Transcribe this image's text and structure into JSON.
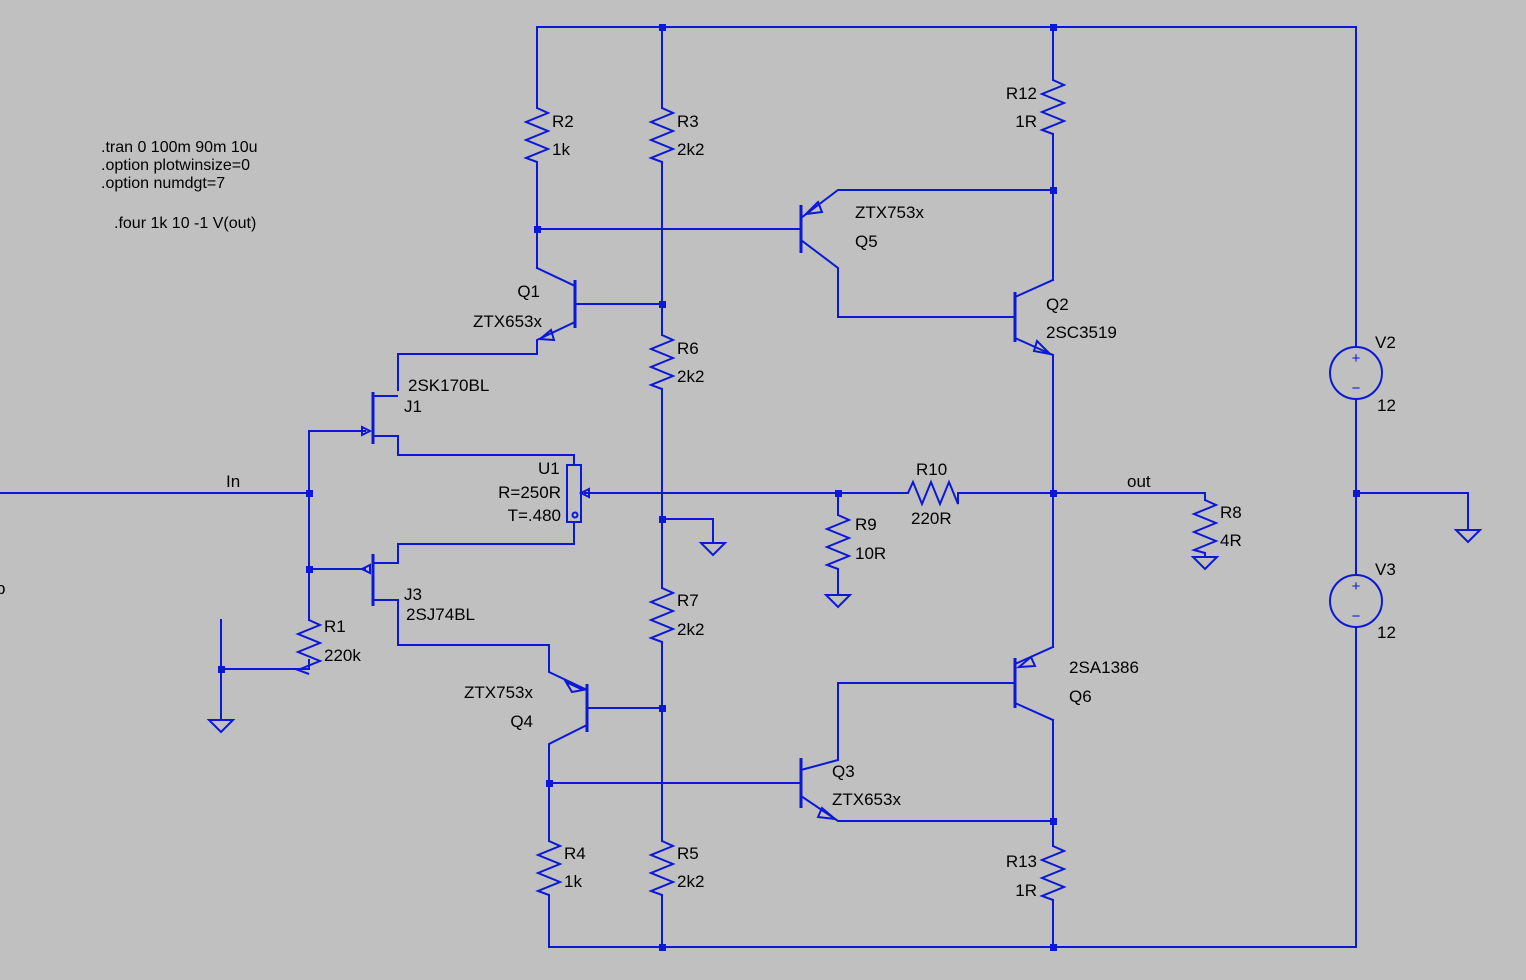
{
  "colors": {
    "background": "#c0c0c0",
    "wire": "#0b18d6",
    "text": "#000000"
  },
  "directives": [
    ".tran 0 100m 90m 10u",
    ".option plotwinsize=0",
    ".option numdgt=7",
    ".four 1k 10 -1 V(out)"
  ],
  "nets": {
    "in": "In",
    "out": "out",
    "edge": "p"
  },
  "components": {
    "R1": {
      "name": "R1",
      "value": "220k"
    },
    "R2": {
      "name": "R2",
      "value": "1k"
    },
    "R3": {
      "name": "R3",
      "value": "2k2"
    },
    "R4": {
      "name": "R4",
      "value": "1k"
    },
    "R5": {
      "name": "R5",
      "value": "2k2"
    },
    "R6": {
      "name": "R6",
      "value": "2k2"
    },
    "R7": {
      "name": "R7",
      "value": "2k2"
    },
    "R8": {
      "name": "R8",
      "value": "4R"
    },
    "R9": {
      "name": "R9",
      "value": "10R"
    },
    "R10": {
      "name": "R10",
      "value": "220R"
    },
    "R12": {
      "name": "R12",
      "value": "1R"
    },
    "R13": {
      "name": "R13",
      "value": "1R"
    },
    "Q1": {
      "name": "Q1",
      "model": "ZTX653x"
    },
    "Q2": {
      "name": "Q2",
      "model": "2SC3519"
    },
    "Q3": {
      "name": "Q3",
      "model": "ZTX653x"
    },
    "Q4": {
      "name": "Q4",
      "model": "ZTX753x"
    },
    "Q5": {
      "name": "Q5",
      "model": "ZTX753x"
    },
    "Q6": {
      "name": "Q6",
      "model": "2SA1386"
    },
    "J1": {
      "name": "J1",
      "model": "2SK170BL"
    },
    "J3": {
      "name": "J3",
      "model": "2SJ74BL"
    },
    "U1": {
      "name": "U1",
      "r": "R=250R",
      "t": "T=.480"
    },
    "V2": {
      "name": "V2",
      "value": "12"
    },
    "V3": {
      "name": "V3",
      "value": "12"
    }
  },
  "source_sign": {
    "plus": "+",
    "minus": "−"
  }
}
